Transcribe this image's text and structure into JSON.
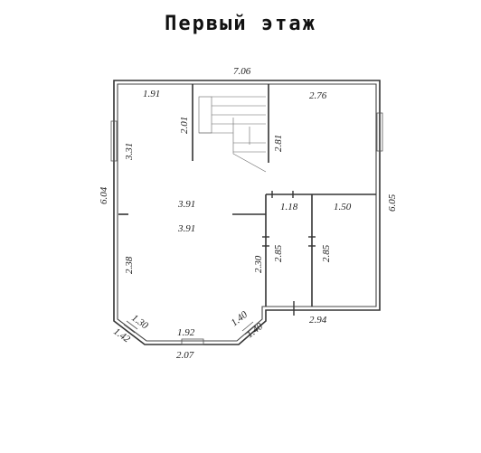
{
  "title": "Первый этаж",
  "dims": {
    "total_width": "7.06",
    "left_height": "6.04",
    "right_height": "6.05",
    "hall_top_width": "1.91",
    "stair_wall": "2.01",
    "left_upper": "3.31",
    "hall_width": "3.91",
    "hall_width_2": "3.91",
    "left_lower": "2.38",
    "partition_height": "2.30",
    "room_tr_width": "2.76",
    "room_tr_height": "2.81",
    "room_small_width": "1.18",
    "room_br_width": "1.50",
    "room_small_height": "2.85",
    "room_br_height": "2.85",
    "bottom_right_width": "2.94",
    "bay_left_inner": "1.30",
    "bay_left_outer": "1.42",
    "bay_center_inner": "1.92",
    "bay_center_outer": "2.07",
    "bay_right_inner": "1.40",
    "bay_right_outer": "1.40"
  }
}
